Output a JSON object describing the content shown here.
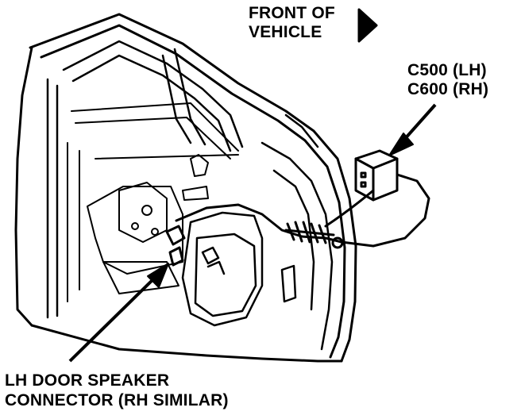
{
  "labels": {
    "front": {
      "line1": "FRONT OF",
      "line2": "VEHICLE"
    },
    "connector": {
      "line1": "C500 (LH)",
      "line2": "C600 (RH)"
    },
    "speaker": {
      "line1": "LH DOOR SPEAKER",
      "line2": "CONNECTOR (RH SIMILAR)"
    }
  },
  "colors": {
    "ink": "#000000",
    "paper": "#ffffff"
  }
}
